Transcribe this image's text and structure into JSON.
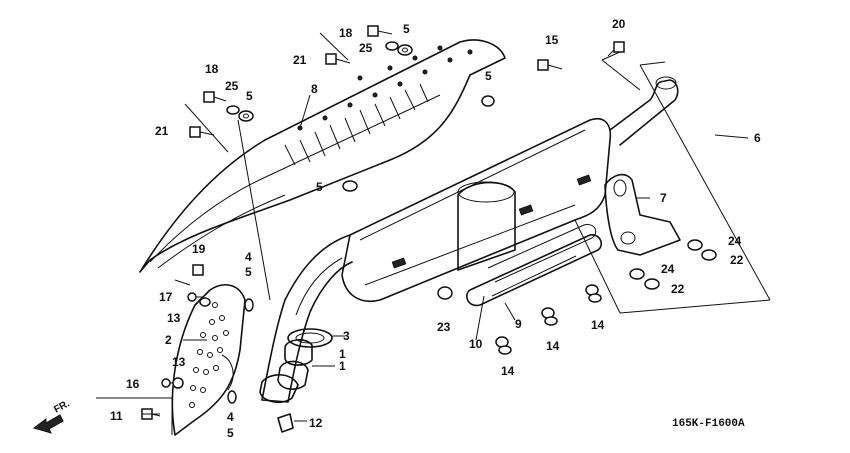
{
  "diagram": {
    "code": "165K-F1600A",
    "direction": "FR.",
    "labels": [
      "1",
      "1",
      "2",
      "3",
      "4",
      "4",
      "5",
      "5",
      "5",
      "5",
      "5",
      "6",
      "7",
      "8",
      "9",
      "10",
      "11",
      "12",
      "13",
      "13",
      "14",
      "14",
      "14",
      "15",
      "16",
      "17",
      "18",
      "18",
      "19",
      "20",
      "21",
      "21",
      "22",
      "22",
      "23",
      "24",
      "24",
      "25",
      "25"
    ]
  }
}
